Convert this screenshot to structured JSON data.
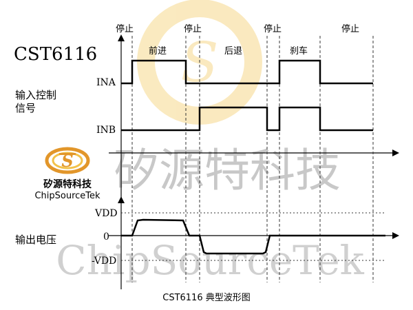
{
  "chip": {
    "name": "CST6116"
  },
  "states": [
    "停止",
    "前进",
    "停止",
    "后退",
    "停止",
    "刹车",
    "停止"
  ],
  "inputs": {
    "group_label_line1": "输入控制",
    "group_label_line2": "信号",
    "ina": "INA",
    "inb": "INB"
  },
  "output": {
    "group_label": "输出电压",
    "vdd": "VDD",
    "zero": "0",
    "neg_vdd": "-VDD"
  },
  "logo": {
    "cn_name": "矽源特科技",
    "en_name": "ChipSourceTek"
  },
  "watermark": {
    "cn": "矽源特科技",
    "en": "ChipSourceTek"
  },
  "caption": "CST6116 典型波形图",
  "colors": {
    "signal": "#000000",
    "grid": "#333333",
    "logo_ring": "#f2c24a",
    "logo_orange": "#e2962a",
    "watermark": "#c8c8c8"
  }
}
